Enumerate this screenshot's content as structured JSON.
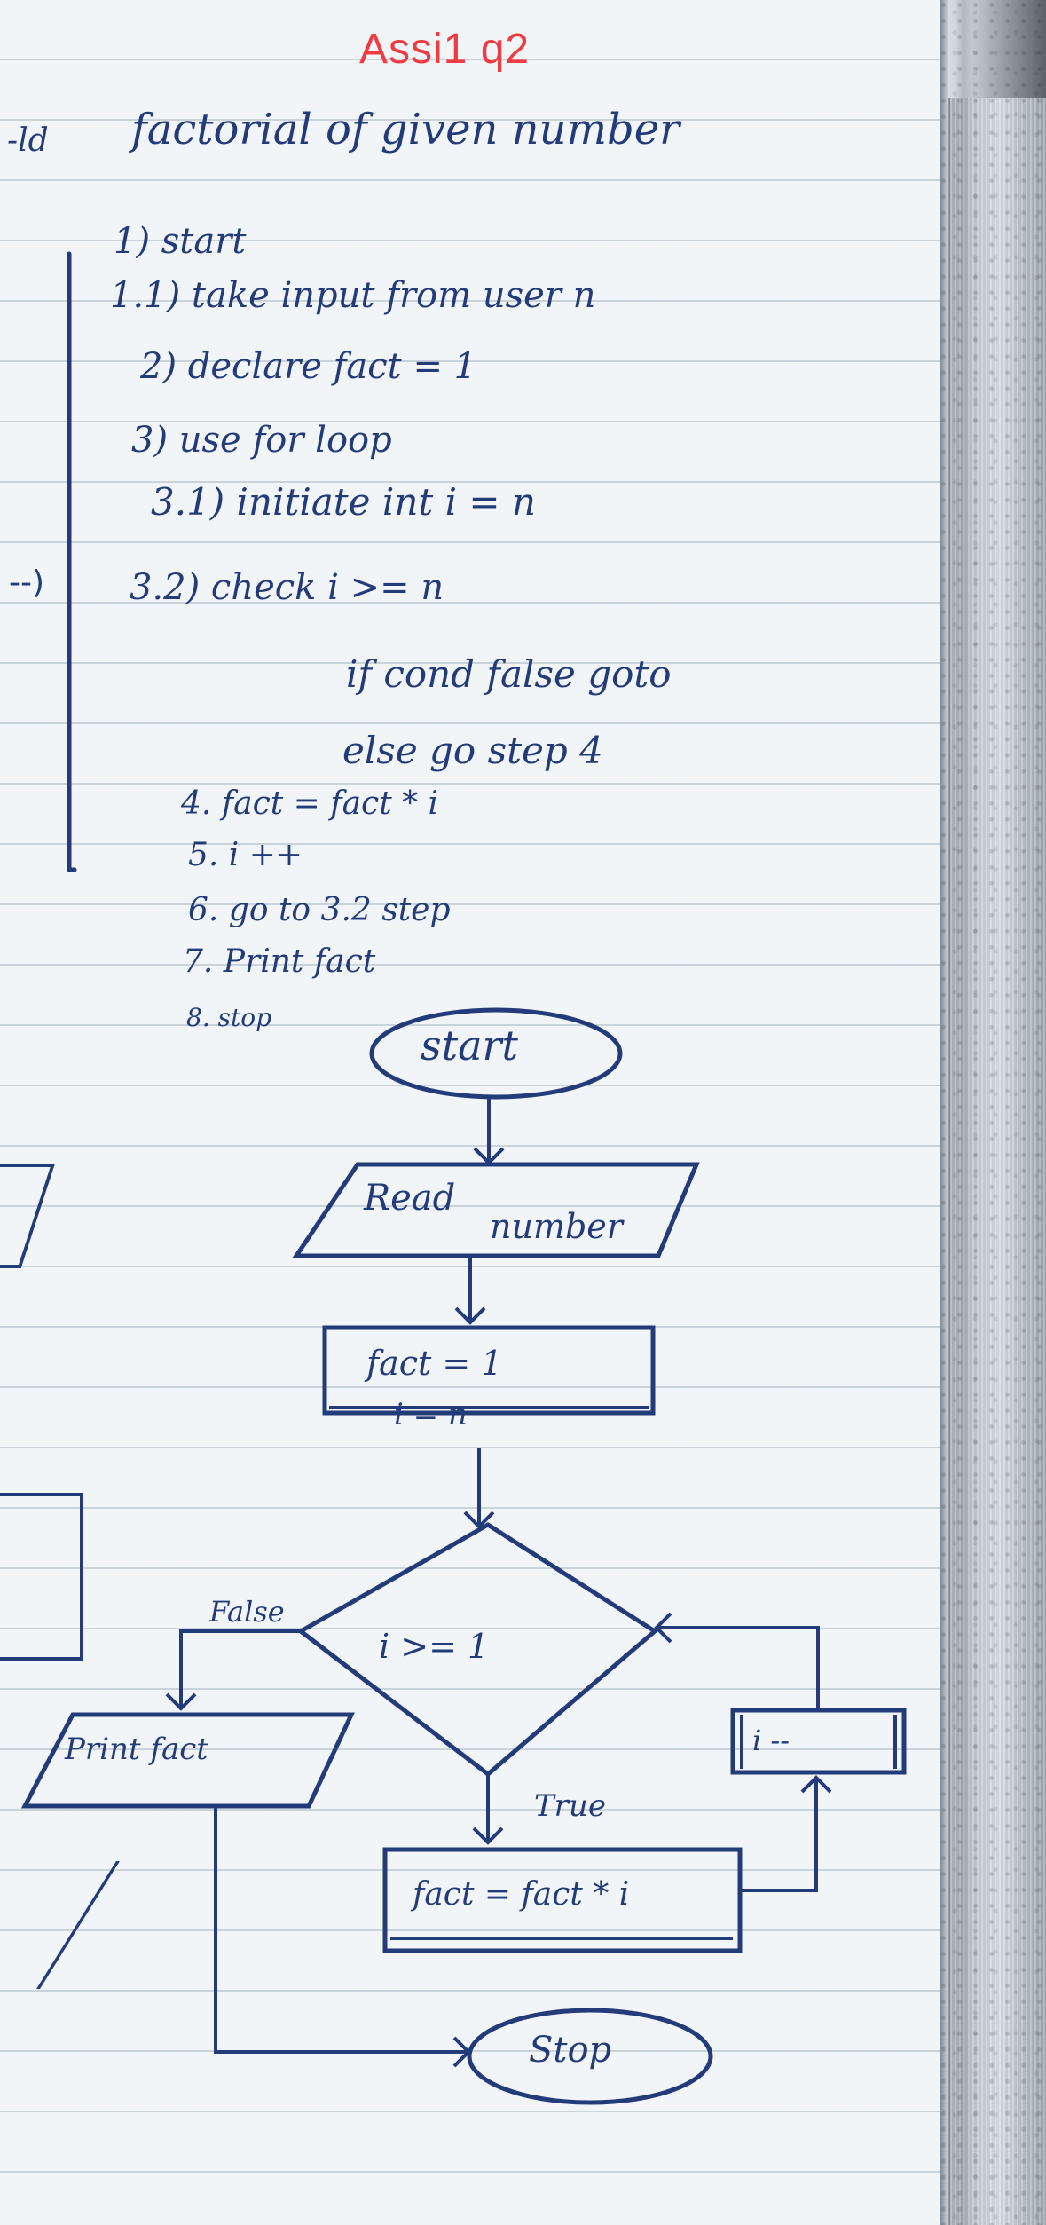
{
  "header": {
    "title": "Assi1 q2"
  },
  "notes": {
    "left_fragment": "-ld",
    "heading": "factorial of given number",
    "steps": [
      "1) start",
      "1.1) take input from user n",
      "2) declare fact = 1",
      "3) use for loop",
      "3.1) initiate int i = n",
      "3.2) check i >= n",
      "if cond false goto",
      "else go step 4",
      "4. fact = fact * i",
      "5. i ++",
      "6. go to 3.2 step",
      "7. Print fact",
      "8. stop"
    ],
    "left_marker": "--)"
  },
  "flowchart": {
    "start": "start",
    "read_1": "Read",
    "read_2": "number",
    "init_1": "fact = 1",
    "init_2": "i = n",
    "decision": "i >= 1",
    "false_label": "False",
    "true_label": "True",
    "print": "Print fact",
    "update": "i --",
    "multiply": "fact = fact * i",
    "stop": "Stop"
  }
}
